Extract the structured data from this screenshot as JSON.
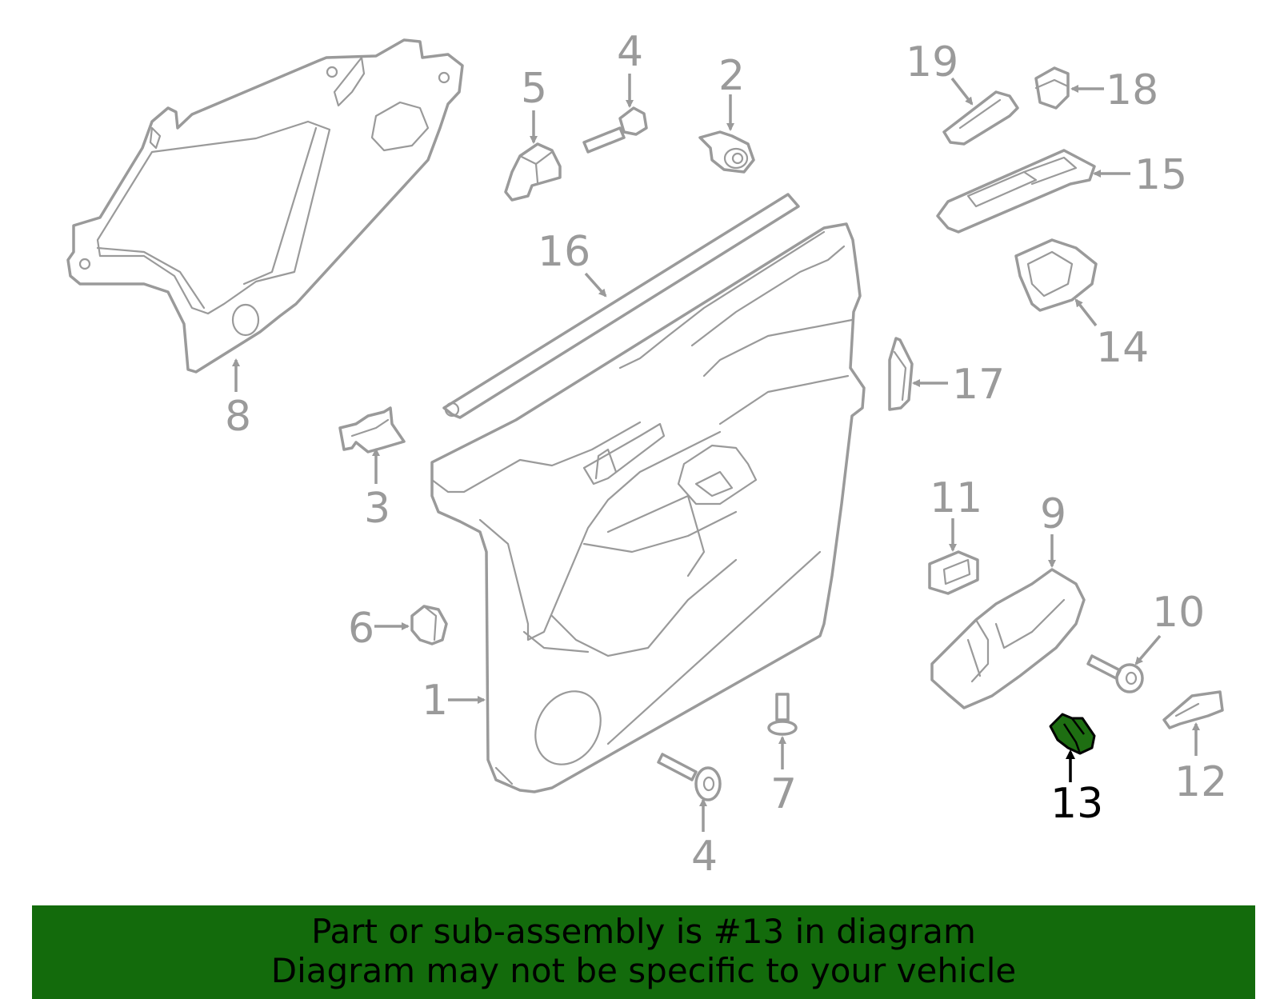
{
  "callouts": {
    "c1": "1",
    "c2": "2",
    "c3": "3",
    "c4a": "4",
    "c4b": "4",
    "c5": "5",
    "c6": "6",
    "c7": "7",
    "c8": "8",
    "c9": "9",
    "c10": "10",
    "c11": "11",
    "c12": "12",
    "c13": "13",
    "c14": "14",
    "c15": "15",
    "c16": "16",
    "c17": "17",
    "c18": "18",
    "c19": "19"
  },
  "highlight": {
    "part_number": "13",
    "color": "#1e6e12",
    "banner_color": "#136b0c"
  },
  "banner": {
    "line1": "Part or sub-assembly is #13 in diagram",
    "line2": "Diagram may not be specific to your vehicle"
  }
}
